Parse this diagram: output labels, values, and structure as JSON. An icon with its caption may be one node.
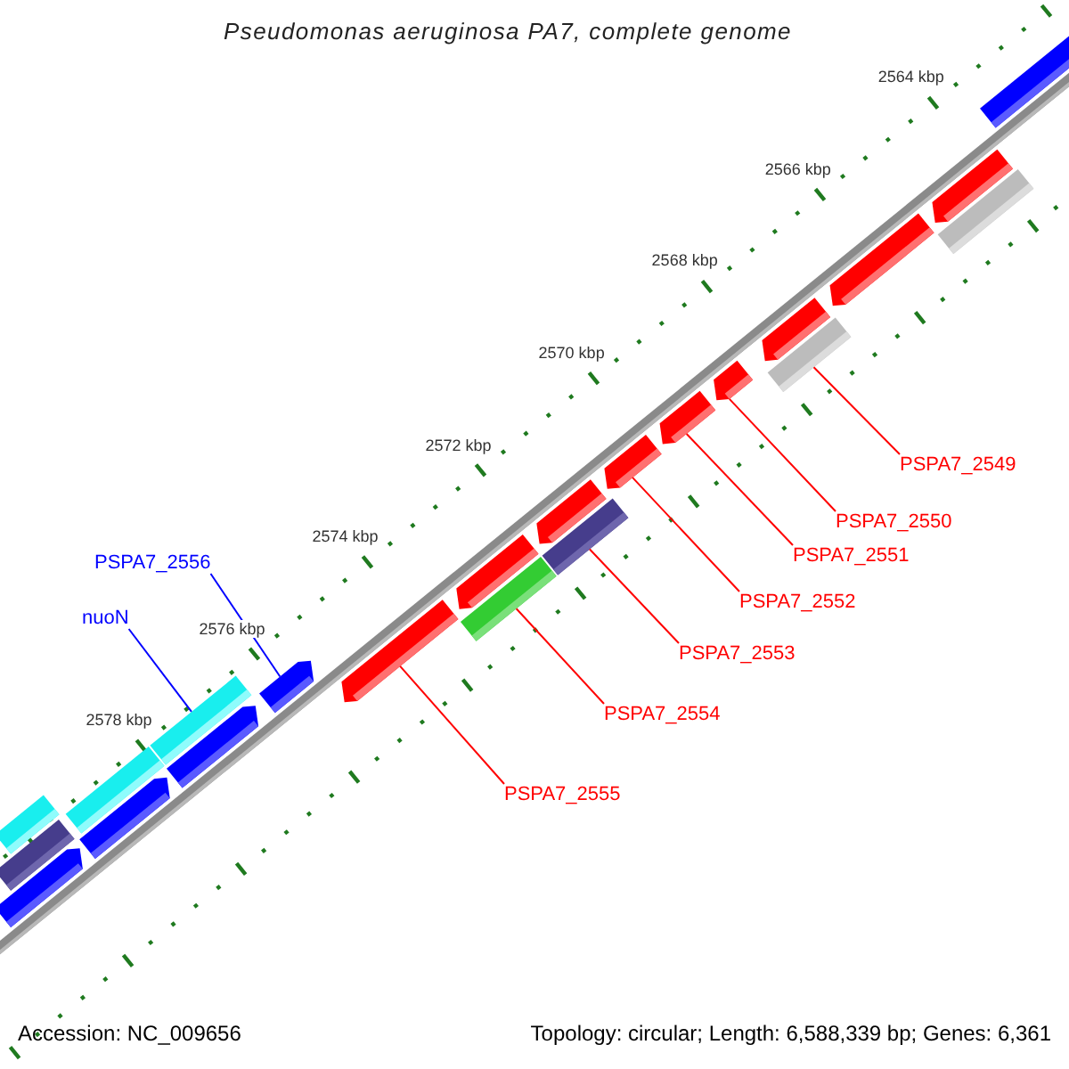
{
  "diagram": {
    "title": "Pseudomonas aeruginosa PA7, complete genome",
    "nodes": [
      {
        "text": [
          "PSPA7_2549"
        ]
      },
      {
        "text": [
          "PSPA7_2550"
        ]
      },
      {
        "text": [
          "PSPA7_2551"
        ]
      },
      {
        "text": [
          "PSPA7_2552"
        ]
      },
      {
        "text": [
          "PSPA7_2553"
        ]
      },
      {
        "text": [
          "PSPA7_2554"
        ]
      },
      {
        "text": [
          "PSPA7_2555"
        ]
      },
      {
        "text": [
          "PSPA7_2556"
        ]
      },
      {
        "text": [
          "nuoN"
        ]
      },
      {
        "text": [],
        "shape": "bar"
      },
      {
        "text": [],
        "shape": "bar"
      },
      {
        "text": [],
        "shape": "arrow"
      },
      {
        "text": [],
        "shape": "arrow"
      },
      {
        "text": [],
        "shape": "bar"
      },
      {
        "text": [],
        "shape": "arrow"
      },
      {
        "text": [],
        "shape": "bar"
      },
      {
        "text": [],
        "shape": "arrow"
      },
      {
        "text": [],
        "shape": "arrow"
      },
      {
        "text": [],
        "shape": "bar"
      },
      {
        "text": [],
        "shape": "arrow"
      },
      {
        "text": [],
        "shape": "bar"
      },
      {
        "text": [],
        "shape": "arrow"
      },
      {
        "text": [],
        "shape": "arrow"
      },
      {
        "text": [],
        "shape": "arrow"
      },
      {
        "text": [],
        "shape": "arrow"
      },
      {
        "text": [],
        "shape": "bar"
      },
      {
        "text": [],
        "shape": "arrow"
      },
      {
        "text": [],
        "shape": "arrow"
      },
      {
        "text": [],
        "shape": "bar"
      },
      {
        "text": [],
        "shape": "arrow"
      },
      {
        "text": [],
        "shape": "arrow"
      }
    ],
    "edges": [
      {
        "from": 0,
        "to": 25,
        "arrow": "none"
      },
      {
        "from": 1,
        "to": 24,
        "arrow": "none"
      },
      {
        "from": 2,
        "to": 23,
        "arrow": "none"
      },
      {
        "from": 3,
        "to": 22,
        "arrow": "none"
      },
      {
        "from": 4,
        "to": 20,
        "arrow": "none"
      },
      {
        "from": 5,
        "to": 18,
        "arrow": "none"
      },
      {
        "from": 6,
        "to": 17,
        "arrow": "none"
      },
      {
        "from": 7,
        "to": 16,
        "arrow": "none",
        "color": "#0000ff"
      },
      {
        "from": 8,
        "to": 15,
        "arrow": "none",
        "color": "#0000ff"
      }
    ],
    "labels": [
      "2564 kbp",
      "2566 kbp",
      "2568 kbp",
      "2570 kbp",
      "2572 kbp",
      "2574 kbp",
      "2576 kbp",
      "2578 kbp",
      "Accession: NC_009656",
      "Topology: circular; Length: 6,588,339 bp; Genes: 6,361"
    ]
  }
}
